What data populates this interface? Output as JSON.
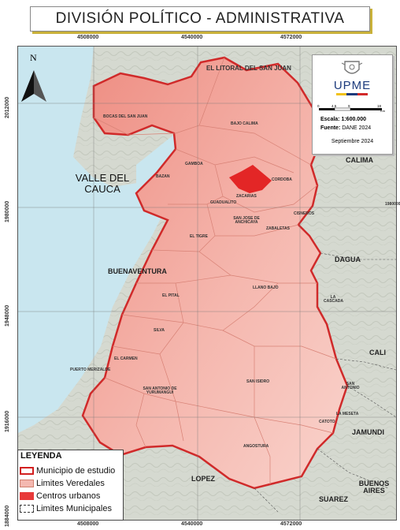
{
  "title": "DIVISIÓN POLÍTICO - ADMINISTRATIVA",
  "coordinates": {
    "top": [
      "4508000",
      "4540000",
      "4572000"
    ],
    "bottom": [
      "4508000",
      "4540000",
      "4572000"
    ],
    "left": [
      "2012000",
      "1980000",
      "1948000",
      "1916000",
      "1884000"
    ],
    "right": [
      "1980000"
    ]
  },
  "north_arrow": {
    "label": "N"
  },
  "regions": {
    "valle_del_cauca": "VALLE DEL CAUCA",
    "el_litoral": "EL LITORAL DEL SAN JUAN",
    "buenaventura": "BUENAVENTURA",
    "calima": "CALIMA",
    "dagua": "DAGUA",
    "cali": "CALI",
    "jamundi": "JAMUNDI",
    "lopez": "LOPEZ",
    "buenos_aires": "BUENOS AIRES",
    "suarez": "SUAREZ",
    "la_cascada": "LA CASCADA",
    "la_meseta": "LA MESETA",
    "san_antonio": "SAN ANTONIO"
  },
  "veredas": {
    "bocas_del_san_juan": "BOCAS DEL SAN JUAN",
    "bajo_calima": "BAJO CALIMA",
    "bazan": "BAZAN",
    "gamboa": "GAMBOA",
    "cordoba": "CORDOBA",
    "zacarias": "ZACARIAS",
    "guadualito": "GUADUALITO",
    "cisneros": "CISNEROS",
    "san_jose_de_anchicaya": "SAN JOSE DE ANCHICAYA",
    "zabaletas": "ZABALETAS",
    "el_tigre": "EL TIGRE",
    "llano_bajo": "LLANO BAJO",
    "el_pital": "EL PITAL",
    "silva": "SILVA",
    "el_carmen": "EL CARMEN",
    "san_isidro": "SAN ISIDRO",
    "puerto_merizalde": "PUERTO MERIZALDE",
    "san_antonio_de_yurumangui": "SAN ANTONIO DE YURUMANGUI",
    "catoto": "CATOTO",
    "angostura": "ANGOSTURA"
  },
  "info_box": {
    "logo_text": "UPME",
    "scale_ticks": [
      "0",
      "4,5",
      "9",
      "18"
    ],
    "scale_unit": "Km",
    "scale_label": "Escala: 1:600.000",
    "source_label": "Fuente:",
    "source_value": "DANE 2024",
    "date": "Septiembre 2024",
    "flag_colors": [
      "#f2c21b",
      "#1d3b7c",
      "#d22a2a"
    ]
  },
  "legend": {
    "title": "LEYENDA",
    "items": [
      {
        "label": "Municipio de estudio",
        "swatch": "#ffffff",
        "border": "#d22020"
      },
      {
        "label": "Limites Veredales",
        "swatch": "#f4b8b0",
        "border": "#d08070"
      },
      {
        "label": "Centros urbanos",
        "swatch": "#e83a3a",
        "border": "#e83a3a"
      },
      {
        "label": "Limites Municipales",
        "swatch": "#ffffff",
        "border": "#333333"
      }
    ]
  },
  "colors": {
    "sea": "#c9e6ef",
    "land": "#d8dcd4",
    "municipio": "#f1a59c",
    "municipio_border": "#d02a2a",
    "urban": "#e32626",
    "title_shadow": "#c9b13a"
  }
}
